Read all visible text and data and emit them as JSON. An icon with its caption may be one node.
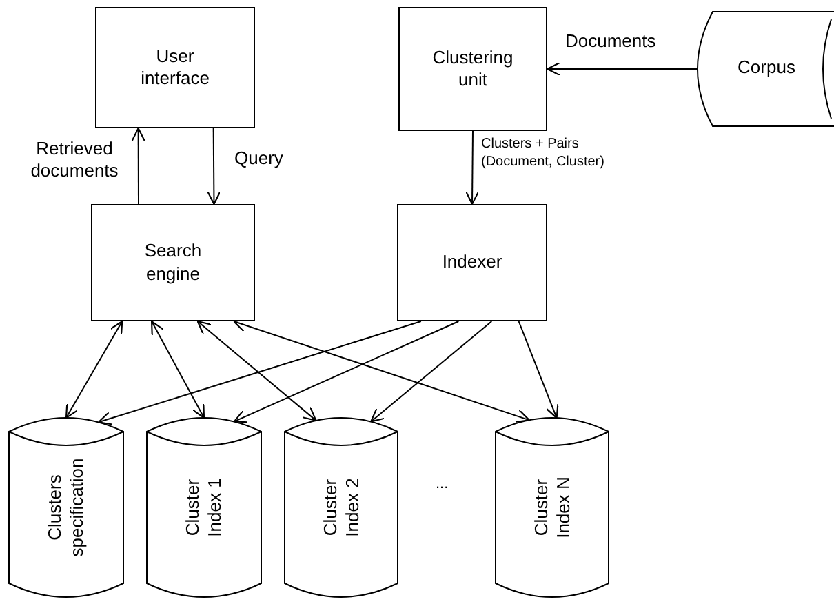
{
  "diagram": {
    "nodes": [
      {
        "text": [
          "User interface"
        ]
      },
      {
        "text": [
          "Clustering unit"
        ]
      },
      {
        "text": [
          "Search engine"
        ]
      },
      {
        "text": [
          "Indexer"
        ]
      },
      {
        "text": [
          "Corpus"
        ]
      },
      {
        "text": [
          "Clusters specification"
        ]
      },
      {
        "text": [
          "Cluster Index 1"
        ]
      },
      {
        "text": [
          "Cluster Index 2"
        ]
      },
      {
        "text": [
          "Cluster Index N"
        ]
      }
    ],
    "edges": [
      {
        "from": 4,
        "to": 1,
        "arrow": "to",
        "label": "Documents"
      },
      {
        "from": 1,
        "to": 3,
        "arrow": "to",
        "label": "Clusters + Pairs (Document, Cluster)"
      },
      {
        "from": 0,
        "to": 2,
        "arrow": "to",
        "label": "Query"
      },
      {
        "from": 2,
        "to": 0,
        "arrow": "to",
        "label": "Retrieved documents"
      },
      {
        "from": 2,
        "to": 5,
        "arrow": "both"
      },
      {
        "from": 2,
        "to": 6,
        "arrow": "both"
      },
      {
        "from": 2,
        "to": 7,
        "arrow": "both"
      },
      {
        "from": 2,
        "to": 8,
        "arrow": "both"
      },
      {
        "from": 3,
        "to": 5,
        "arrow": "to"
      },
      {
        "from": 3,
        "to": 6,
        "arrow": "to"
      },
      {
        "from": 3,
        "to": 7,
        "arrow": "to"
      },
      {
        "from": 3,
        "to": 8,
        "arrow": "to"
      }
    ],
    "labels": [
      "..."
    ]
  }
}
